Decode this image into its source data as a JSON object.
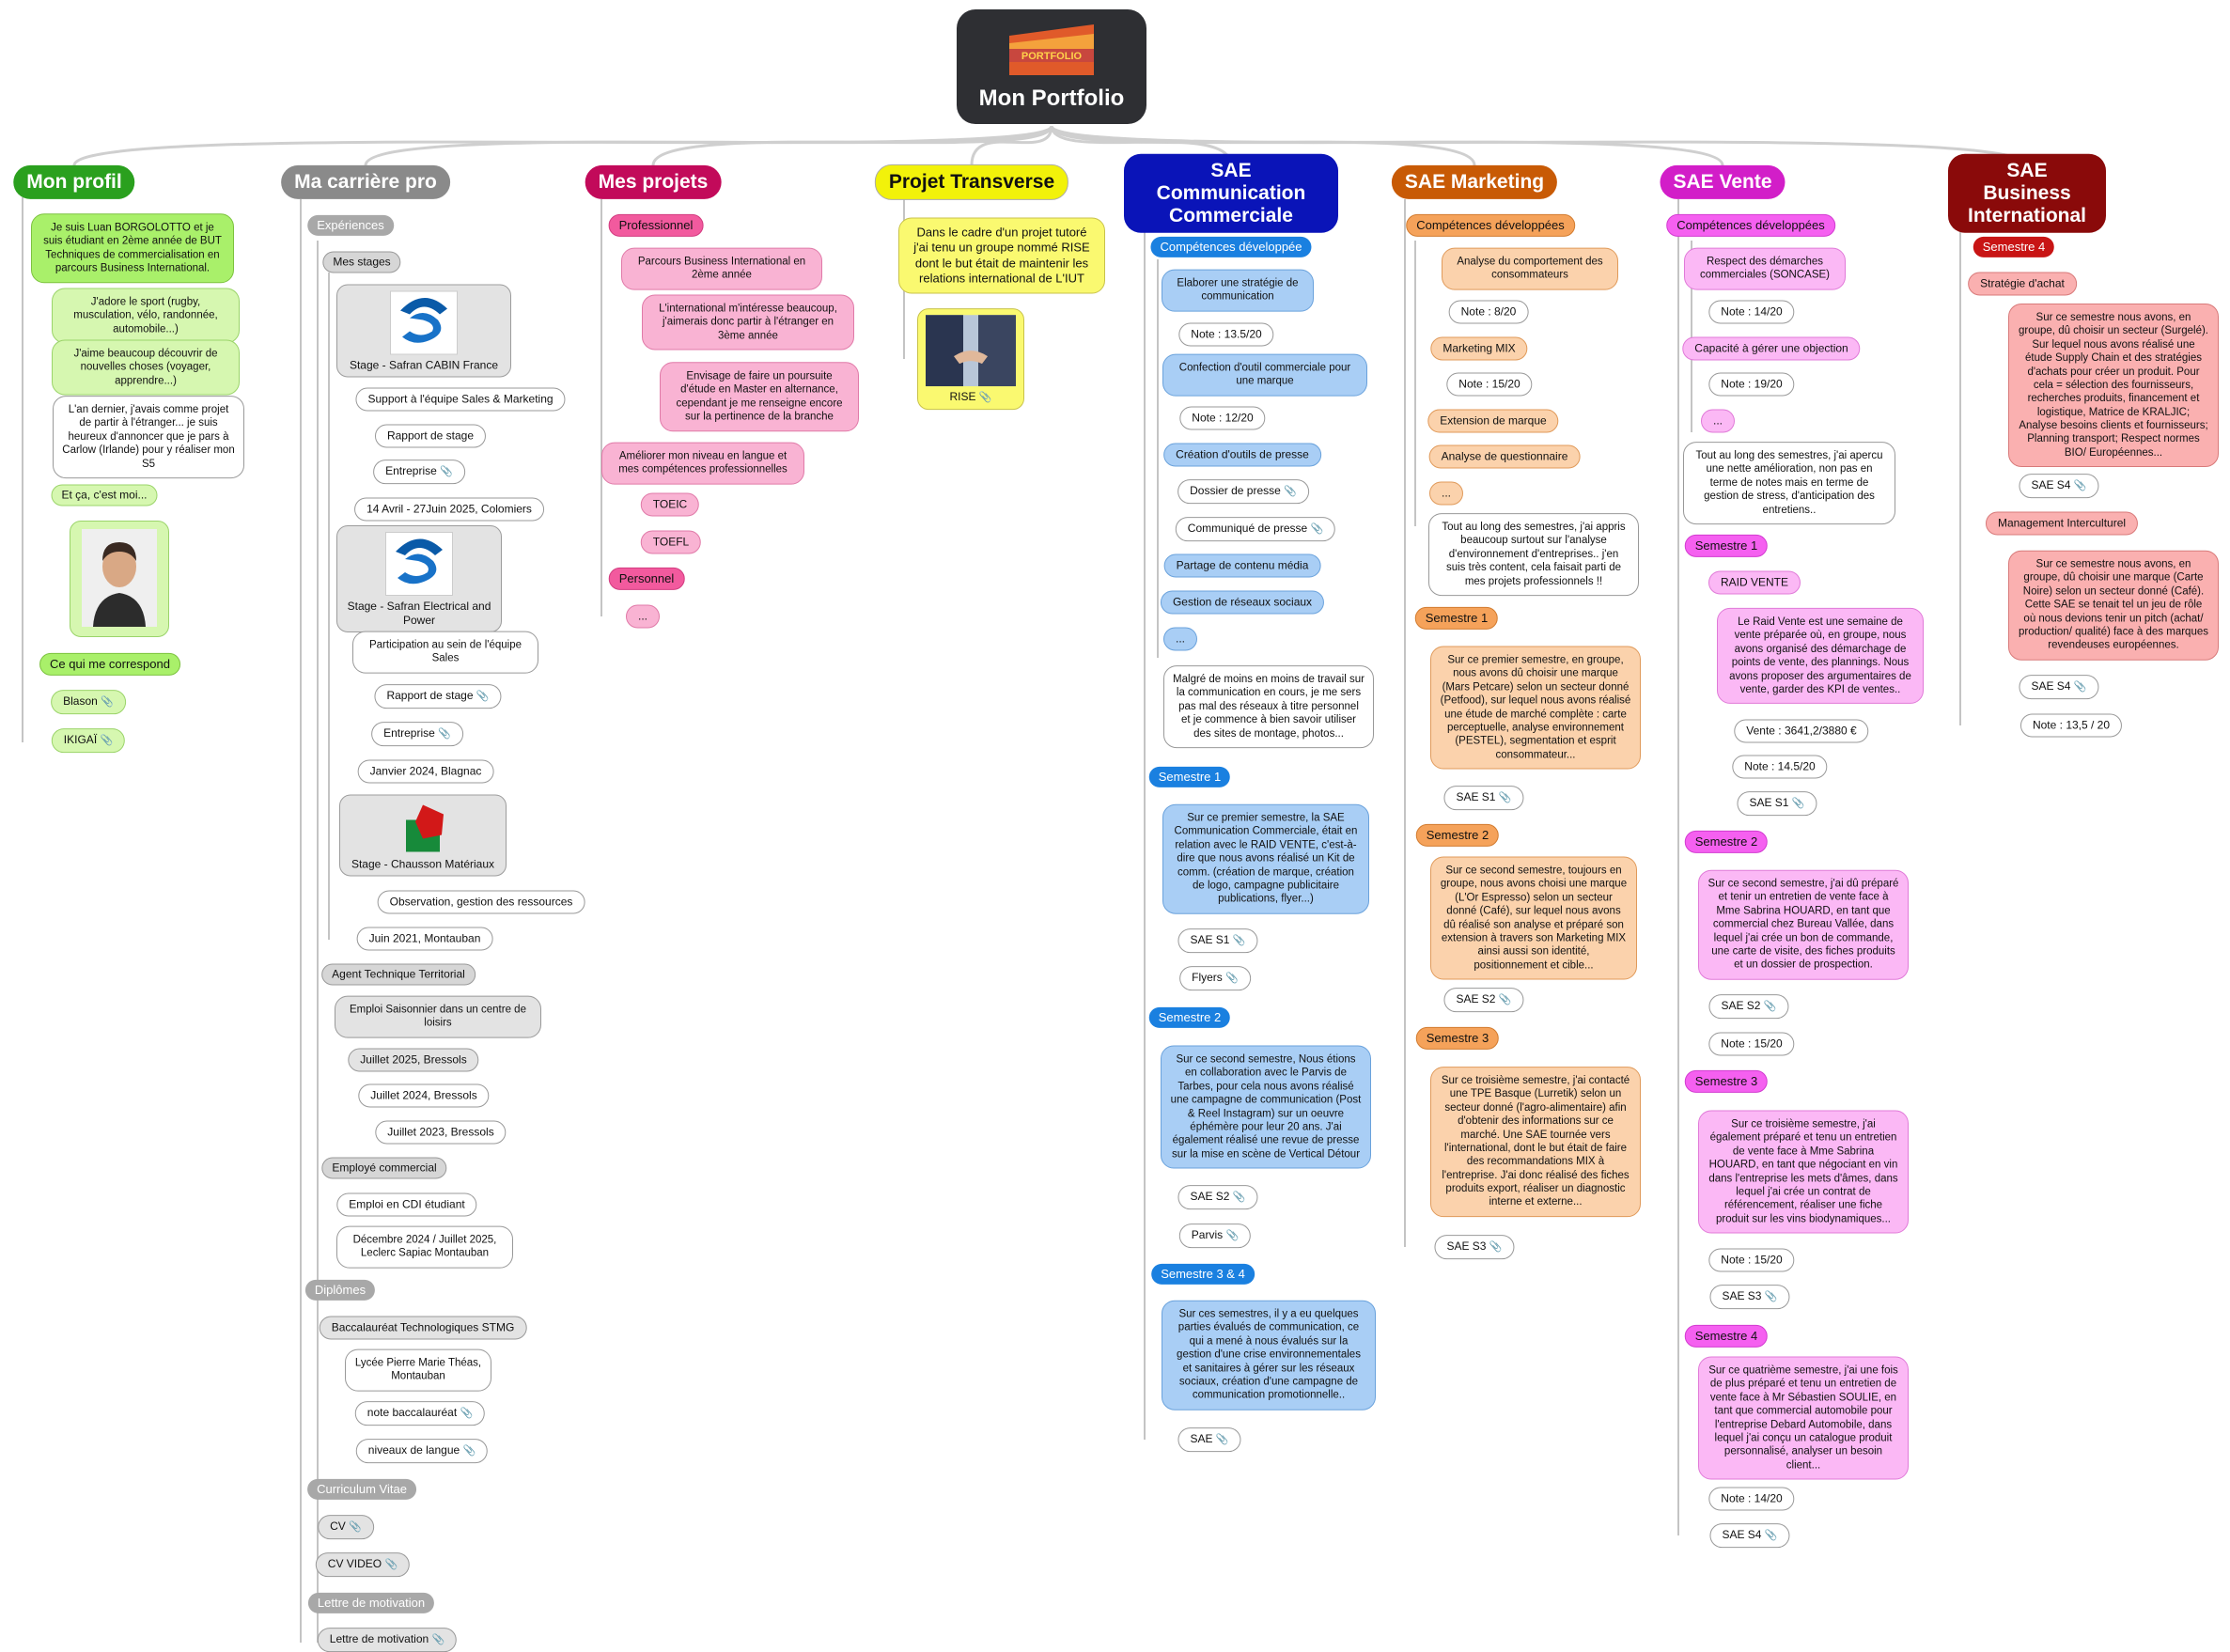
{
  "root": {
    "title": "Mon Portfolio",
    "logo_text": "PORTFOLIO"
  },
  "profil": {
    "title": "Mon profil",
    "intro": "Je suis Luan BORGOLOTTO et je suis étudiant en 2ème année de BUT Techniques de commercialisation en parcours Business International.",
    "sport": "J'adore le sport (rugby, musculation, vélo, randonnée, automobile...)",
    "voyage": "J'aime beaucoup découvrir de nouvelles choses (voyager, apprendre...)",
    "etranger": "L'an dernier, j'avais comme projet de partir à l'étranger... je suis heureux d'annoncer que je pars à Carlow (Irlande) pour y réaliser mon S5",
    "moi": "Et ça, c'est moi...",
    "correspond": "Ce qui me correspond",
    "blason": "Blason",
    "ikigai": "IKIGAÏ"
  },
  "carriere": {
    "title": "Ma carrière pro",
    "experiences": "Expériences",
    "stages": "Mes stages",
    "cabin": "Stage - Safran CABIN France",
    "cabin_support": "Support à l'équipe Sales & Marketing",
    "rapport": "Rapport de stage",
    "entreprise": "Entreprise",
    "cabin_date": "14 Avril - 27Juin 2025, Colomiers",
    "power": "Stage - Safran Electrical and Power",
    "power_part": "Participation au sein de l'équipe Sales",
    "power_date": "Janvier 2024, Blagnac",
    "chausson": "Stage - Chausson Matériaux",
    "chausson_obs": "Observation, gestion des ressources",
    "chausson_date": "Juin 2021, Montauban",
    "agent": "Agent Technique Territorial",
    "emploi_saison": "Emploi Saisonnier dans un centre de loisirs",
    "j2025": "Juillet 2025, Bressols",
    "j2024": "Juillet 2024, Bressols",
    "j2023": "Juillet 2023, Bressols",
    "employe": "Employé commercial",
    "cdi": "Emploi en CDI étudiant",
    "leclerc": "Décembre 2024 / Juillet 2025, Leclerc Sapiac Montauban",
    "diplomes": "Diplômes",
    "bac": "Baccalauréat Technologiques STMG",
    "lycee": "Lycée Pierre Marie Théas, Montauban",
    "note_bac": "note baccalauréat",
    "langue": "niveaux de langue",
    "cv_title": "Curriculum Vitae",
    "cv": "CV",
    "cv_video": "CV VIDEO",
    "lettre_title": "Lettre de motivation",
    "lettre": "Lettre de motivation"
  },
  "projets": {
    "title": "Mes projets",
    "pro": "Professionnel",
    "pbi": "Parcours Business International en 2ème année",
    "inter": "L'international m'intéresse beaucoup, j'aimerais donc partir à l'étranger en 3ème année",
    "master": "Envisage de faire un poursuite d'étude en Master en alternance, cependant je me renseigne encore sur la pertinence de la branche",
    "ameliorer": "Améliorer mon niveau en langue et mes compétences professionnelles",
    "toeic": "TOEIC",
    "toefl": "TOEFL",
    "perso": "Personnel",
    "dots": "..."
  },
  "transverse": {
    "title": "Projet Transverse",
    "text": "Dans le cadre d'un projet tutoré j'ai tenu un groupe nommé RISE dont le but était de maintenir les relations international de L'IUT",
    "rise": "RISE"
  },
  "comm": {
    "title": "SAE Communication Commerciale",
    "comp": "Compétences développée",
    "strat": "Elaborer une stratégie de communication",
    "n1": "Note : 13.5/20",
    "confection": "Confection d'outil commerciale pour une marque",
    "n2": "Note : 12/20",
    "outils": "Création d'outils de presse",
    "dossier": "Dossier de presse",
    "communique": "Communiqué de presse",
    "partage": "Partage de contenu média",
    "reseaux": "Gestion de réseaux sociaux",
    "dots": "...",
    "malgre": "Malgré de moins en moins de travail sur la communication en cours, je me sers pas mal des réseaux à titre personnel et je commence à bien savoir utiliser des sites de montage, photos...",
    "s1": "Semestre 1",
    "s1_text": "Sur ce premier semestre, la SAE Communication Commerciale, était en relation avec le RAID VENTE, c'est-à-dire que nous avons réalisé un Kit de comm. (création de marque, création de logo, campagne publicitaire publications, flyer...)",
    "sae_s1": "SAE S1",
    "flyers": "Flyers",
    "s2": "Semestre 2",
    "s2_text": "Sur ce second semestre, Nous étions en collaboration avec le Parvis de Tarbes, pour cela nous avons réalisé une campagne de communication (Post & Reel Instagram) sur un oeuvre éphémère pour leur 20 ans. J'ai également réalisé une revue de presse sur la mise en scène de Vertical Détour",
    "sae_s2": "SAE S2",
    "parvis": "Parvis",
    "s34": "Semestre 3 & 4",
    "s34_text": "Sur ces semestres, il y a eu quelques parties évalués de communication, ce qui a mené à nous évalués sur la gestion d'une crise environnementales et sanitaires à gérer sur les réseaux sociaux, création d'une campagne de communication promotionnelle..",
    "sae": "SAE"
  },
  "marketing": {
    "title": "SAE Marketing",
    "comp": "Compétences développées",
    "analyse": "Analyse du comportement des consommateurs",
    "n1": "Note : 8/20",
    "mix": "Marketing MIX",
    "n2": "Note : 15/20",
    "extension": "Extension de marque",
    "questionnaire": "Analyse de questionnaire",
    "dots": "...",
    "tout": "Tout au long des semestres, j'ai appris beaucoup surtout sur l'analyse d'environnement d'entreprises.. j'en suis très content, cela faisait parti de mes projets professionnels !!",
    "s1": "Semestre 1",
    "s1_text": "Sur ce premier semestre, en groupe, nous avons dû choisir une marque (Mars Petcare) selon un secteur donné (Petfood), sur lequel nous avons réalisé une étude de marché complète : carte perceptuelle, analyse environnement (PESTEL), segmentation et esprit consommateur...",
    "sae_s1": "SAE S1",
    "s2": "Semestre 2",
    "s2_text": "Sur ce second semestre, toujours en groupe, nous avons choisi une marque (L'Or Espresso) selon un secteur donné (Café), sur lequel nous avons dû réalisé son analyse et préparé son extension à travers son Marketing MIX ainsi aussi son identité, positionnement et cible...",
    "sae_s2": "SAE S2",
    "s3": "Semestre 3",
    "s3_text": "Sur ce troisième semestre, j'ai contacté une TPE Basque (Lurretik) selon un secteur donné (l'agro-alimentaire) afin d'obtenir des informations sur ce marché. Une SAE tournée vers l'international, dont le but était de faire des recommandations MIX à l'entreprise. J'ai donc réalisé des fiches produits export, réaliser un diagnostic interne et externe...",
    "sae_s3": "SAE S3"
  },
  "vente": {
    "title": "SAE Vente",
    "comp": "Compétences développées",
    "respect": "Respect des démarches commerciales (SONCASE)",
    "n1": "Note : 14/20",
    "objection": "Capacité à gérer une objection",
    "n2": "Note : 19/20",
    "dots": "...",
    "tout": "Tout au long des semestres, j'ai apercu une nette amélioration, non pas en terme de notes mais en terme de gestion de stress, d'anticipation des entretiens..",
    "s1": "Semestre 1",
    "raid": "RAID VENTE",
    "raid_text": "Le Raid Vente est une semaine de vente préparée où, en groupe, nous avons organisé des démarchage de points de vente, des plannings. Nous avons proposer des argumentaires de vente, garder des KPI de ventes..",
    "ventes": "Vente : 3641,2/3880 €",
    "n3": "Note : 14.5/20",
    "sae_s1": "SAE S1",
    "s2": "Semestre 2",
    "s2_text": "Sur ce second semestre, j'ai dû préparé et tenir un entretien de vente face à Mme Sabrina HOUARD, en tant que commercial chez Bureau Vallée, dans lequel j'ai crée un bon de commande, une carte de visite, des fiches produits et un dossier de prospection.",
    "sae_s2": "SAE S2",
    "n4": "Note : 15/20",
    "s3": "Semestre 3",
    "s3_text": "Sur ce troisième semestre, j'ai également préparé et tenu un entretien de vente face à Mme Sabrina HOUARD, en tant que négociant en vin dans l'entreprise les mets d'âmes, dans lequel j'ai crée un contrat de référencement, réaliser une fiche produit sur les vins biodynamiques...",
    "n5": "Note : 15/20",
    "sae_s3": "SAE S3",
    "s4": "Semestre 4",
    "s4_text": "Sur ce quatrième semestre, j'ai une fois de plus préparé et tenu un entretien de vente face à Mr Sébastien SOULIE, en tant que commercial automobile pour l'entreprise Debard Automobile, dans lequel j'ai conçu un catalogue produit personnalisé, analyser un besoin client...",
    "n6": "Note : 14/20",
    "sae_s4": "SAE S4"
  },
  "bi": {
    "title": "SAE Business International",
    "s4": "Semestre 4",
    "strat": "Stratégie d'achat",
    "strat_text": "Sur ce semestre nous avons, en groupe, dû choisir un secteur (Surgelé). Sur lequel nous avons réalisé une étude Supply Chain et des stratégies d'achats pour créer un produit. Pour cela = sélection des fournisseurs, recherches produits, financement et logistique, Matrice de KRALJIC; Analyse besoins clients et fournisseurs; Planning transport; Respect normes BIO/ Européennes...",
    "sae_s4": "SAE S4",
    "mgmt": "Management Interculturel",
    "mgmt_text": "Sur ce semestre nous avons, en groupe, dû choisir une marque (Carte Noire) selon un secteur donné (Café). Cette SAE se tenait tel un jeu de rôle où nous devions tenir un pitch (achat/ production/ qualité) face à des marques revendeuses européennes.",
    "sae_s4b": "SAE S4",
    "note": "Note : 13,5 / 20"
  },
  "colors": {
    "profil": "#2aa01e",
    "carriere": "#8a8a8a",
    "projets": "#c20a5a",
    "transverse": "#f2f20a",
    "comm": "#0a14b8",
    "marketing": "#c85a05",
    "vente": "#d21ec8",
    "bi": "#8a0a0a"
  }
}
